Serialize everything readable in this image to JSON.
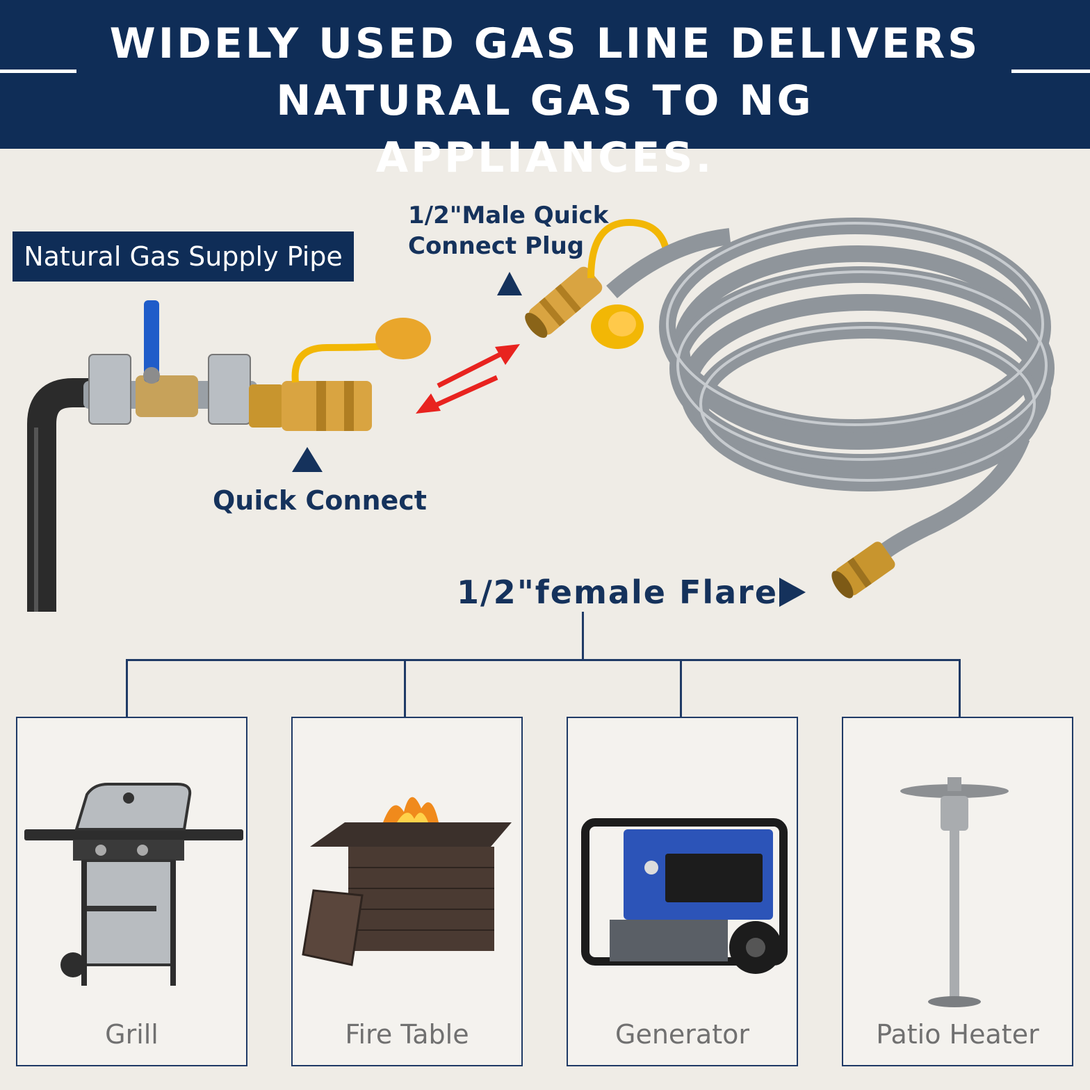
{
  "banner": {
    "title_line1": "WIDELY USED GAS LINE DELIVERS",
    "title_line2": "NATURAL GAS TO NG APPLIANCES."
  },
  "labels": {
    "supply_pipe": "Natural Gas Supply Pipe",
    "male_plug_line1": "1/2\"Male Quick",
    "male_plug_line2": "Connect Plug",
    "quick_connect": "Quick Connect",
    "female_flare": "1/2\"female Flare"
  },
  "appliances": [
    {
      "name": "Grill"
    },
    {
      "name": "Fire Table"
    },
    {
      "name": "Generator"
    },
    {
      "name": "Patio Heater"
    }
  ],
  "colors": {
    "navy": "#0f2d57",
    "brass": "#c8952e",
    "hose_gray": "#8f959b",
    "cap_yellow": "#f2b705",
    "arrow_red": "#e8231f"
  }
}
